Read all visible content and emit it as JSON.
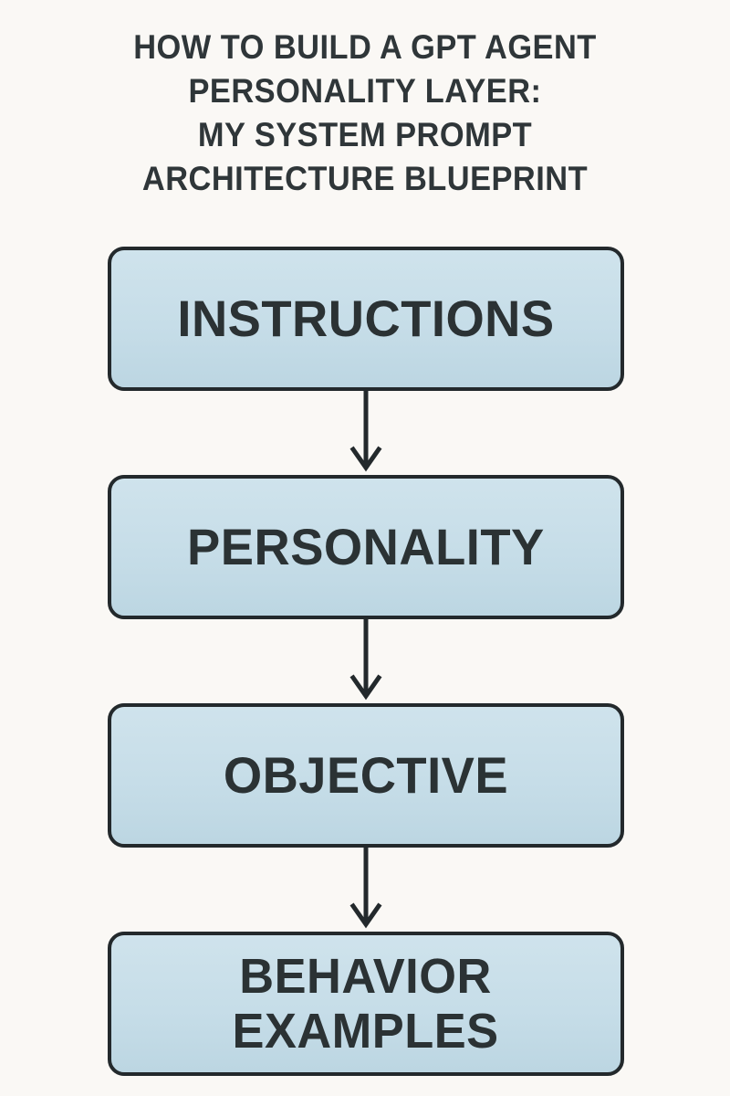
{
  "background_color": "#faf8f5",
  "title": {
    "full_text": "HOW TO BUILD A GPT AGENT PERSONALITY LAYER: MY SYSTEM PROMPT ARCHITECTURE BLUEPRINT",
    "color": "#2f3639",
    "lines": [
      "HOW TO BUILD A GPT AGENT",
      "PERSONALITY LAYER:",
      "MY SYSTEM PROMPT",
      "ARCHITECTURE BLUEPRINT"
    ]
  },
  "diagram": {
    "type": "vertical-flowchart",
    "node_fill_color": "#c6dde8",
    "node_border_color": "#23292c",
    "node_text_color": "#2b3234",
    "connector_color": "#23292c",
    "connector_icon": "arrow-down-icon",
    "nodes": [
      {
        "label": "INSTRUCTIONS",
        "order": 1
      },
      {
        "label": "PERSONALITY",
        "order": 2
      },
      {
        "label": "OBJECTIVE",
        "order": 3
      },
      {
        "label": "BEHAVIOR\nEXAMPLES",
        "order": 4
      }
    ],
    "connectors": [
      {
        "from": "INSTRUCTIONS",
        "to": "PERSONALITY"
      },
      {
        "from": "PERSONALITY",
        "to": "OBJECTIVE"
      },
      {
        "from": "OBJECTIVE",
        "to": "BEHAVIOR EXAMPLES"
      }
    ]
  }
}
